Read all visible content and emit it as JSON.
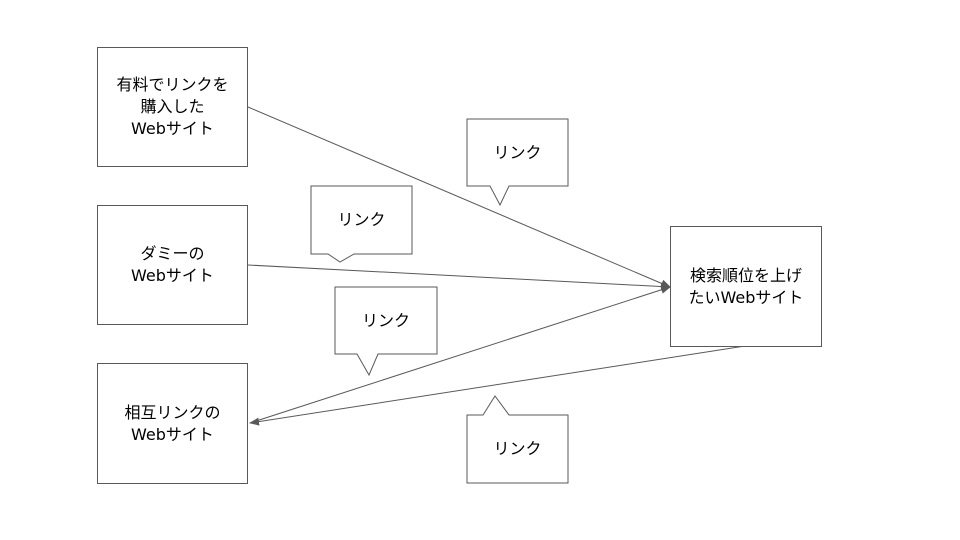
{
  "nodes": {
    "paid": {
      "label": "有料でリンクを\n購入した\nWebサイト"
    },
    "dummy": {
      "label": "ダミーの\nWebサイト"
    },
    "mutual": {
      "label": "相互リンクの\nWebサイト"
    },
    "target": {
      "label": "検索順位を上げ\nたいWebサイト"
    }
  },
  "callouts": [
    {
      "label": "リンク"
    },
    {
      "label": "リンク"
    },
    {
      "label": "リンク"
    },
    {
      "label": "リンク"
    }
  ],
  "colors": {
    "border": "#595959",
    "arrow": "#595959",
    "text": "#000000",
    "background": "#ffffff"
  }
}
